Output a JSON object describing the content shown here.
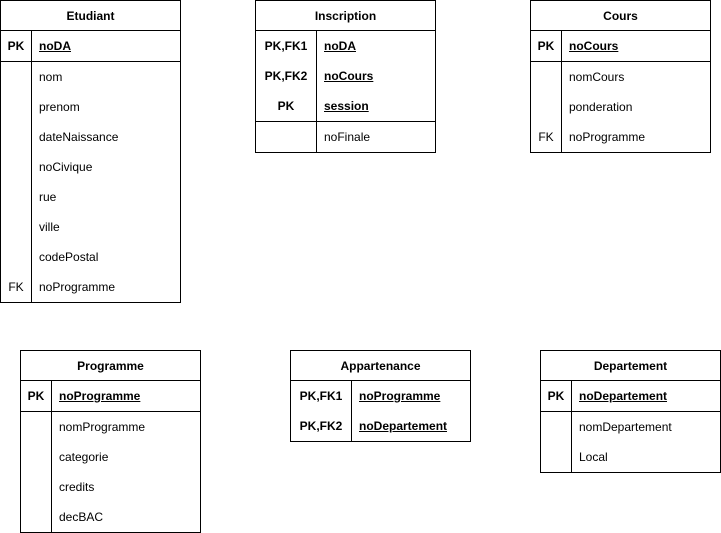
{
  "entities": {
    "etudiant": {
      "title": "Etudiant",
      "pk_rows": [
        {
          "key": "PK",
          "field": "noDA"
        }
      ],
      "attr_rows": [
        {
          "key": "",
          "field": "nom"
        },
        {
          "key": "",
          "field": "prenom"
        },
        {
          "key": "",
          "field": "dateNaissance"
        },
        {
          "key": "",
          "field": "noCivique"
        },
        {
          "key": "",
          "field": "rue"
        },
        {
          "key": "",
          "field": "ville"
        },
        {
          "key": "",
          "field": "codePostal"
        },
        {
          "key": "FK",
          "field": "noProgramme"
        }
      ]
    },
    "inscription": {
      "title": "Inscription",
      "pk_rows": [
        {
          "key": "PK,FK1",
          "field": "noDA"
        },
        {
          "key": "PK,FK2",
          "field": "noCours"
        },
        {
          "key": "PK",
          "field": "session"
        }
      ],
      "attr_rows": [
        {
          "key": "",
          "field": "noFinale"
        }
      ]
    },
    "cours": {
      "title": "Cours",
      "pk_rows": [
        {
          "key": "PK",
          "field": "noCours"
        }
      ],
      "attr_rows": [
        {
          "key": "",
          "field": "nomCours"
        },
        {
          "key": "",
          "field": "ponderation"
        },
        {
          "key": "FK",
          "field": "noProgramme"
        }
      ]
    },
    "programme": {
      "title": "Programme",
      "pk_rows": [
        {
          "key": "PK",
          "field": "noProgramme"
        }
      ],
      "attr_rows": [
        {
          "key": "",
          "field": "nomProgramme"
        },
        {
          "key": "",
          "field": "categorie"
        },
        {
          "key": "",
          "field": "credits"
        },
        {
          "key": "",
          "field": "decBAC"
        }
      ]
    },
    "appartenance": {
      "title": "Appartenance",
      "pk_rows": [
        {
          "key": "PK,FK1",
          "field": "noProgramme"
        },
        {
          "key": "PK,FK2",
          "field": "noDepartement"
        }
      ],
      "attr_rows": []
    },
    "departement": {
      "title": "Departement",
      "pk_rows": [
        {
          "key": "PK",
          "field": "noDepartement"
        }
      ],
      "attr_rows": [
        {
          "key": "",
          "field": "nomDepartement"
        },
        {
          "key": "",
          "field": "Local"
        }
      ]
    }
  }
}
